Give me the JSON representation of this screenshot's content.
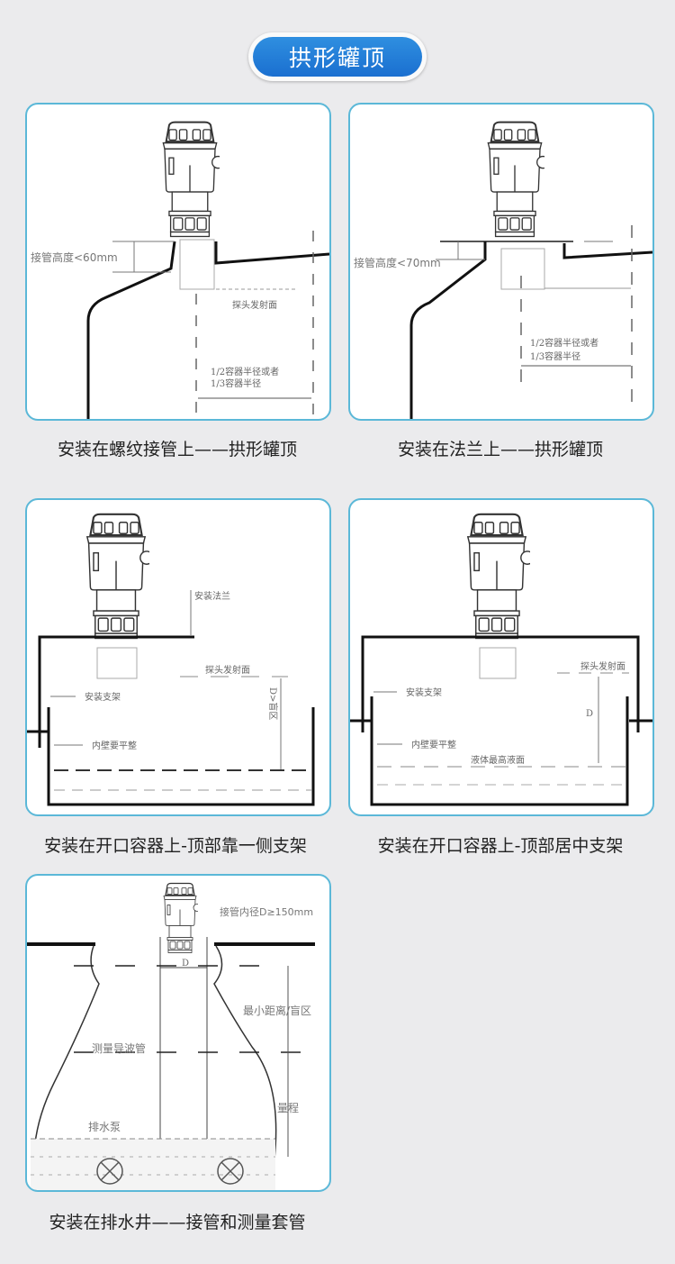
{
  "header": {
    "title": "拱形罐顶"
  },
  "cards": [
    {
      "caption": "安装在螺纹接管上——拱形罐顶",
      "labels": {
        "pipe_height": "接管高度<60mm",
        "emit_face": "探头发射面",
        "radius_1": "1/2容器半径或者",
        "radius_2": "1/3容器半径"
      }
    },
    {
      "caption": "安装在法兰上——拱形罐顶",
      "labels": {
        "pipe_height": "接管高度<70mm",
        "radius_1": "1/2容器半径或者",
        "radius_2": "1/3容器半径"
      }
    },
    {
      "caption": "安装在开口容器上-顶部靠一侧支架",
      "labels": {
        "flange": "安装法兰",
        "emit_face": "探头发射面",
        "bracket": "安装支架",
        "wall": "内壁要平整",
        "blind": "D>盲区"
      }
    },
    {
      "caption": "安装在开口容器上-顶部居中支架",
      "labels": {
        "emit_face": "探头发射面",
        "bracket": "安装支架",
        "wall": "内壁要平整",
        "max_level": "液体最高液面",
        "d": "D"
      }
    },
    {
      "caption": "安装在排水井——接管和测量套管",
      "labels": {
        "pipe_dia": "接管内径D≥150mm",
        "blind": "最小距离/盲区",
        "guide": "测量导波管",
        "range": "量程",
        "pump": "排水泵",
        "d": "D"
      }
    }
  ]
}
